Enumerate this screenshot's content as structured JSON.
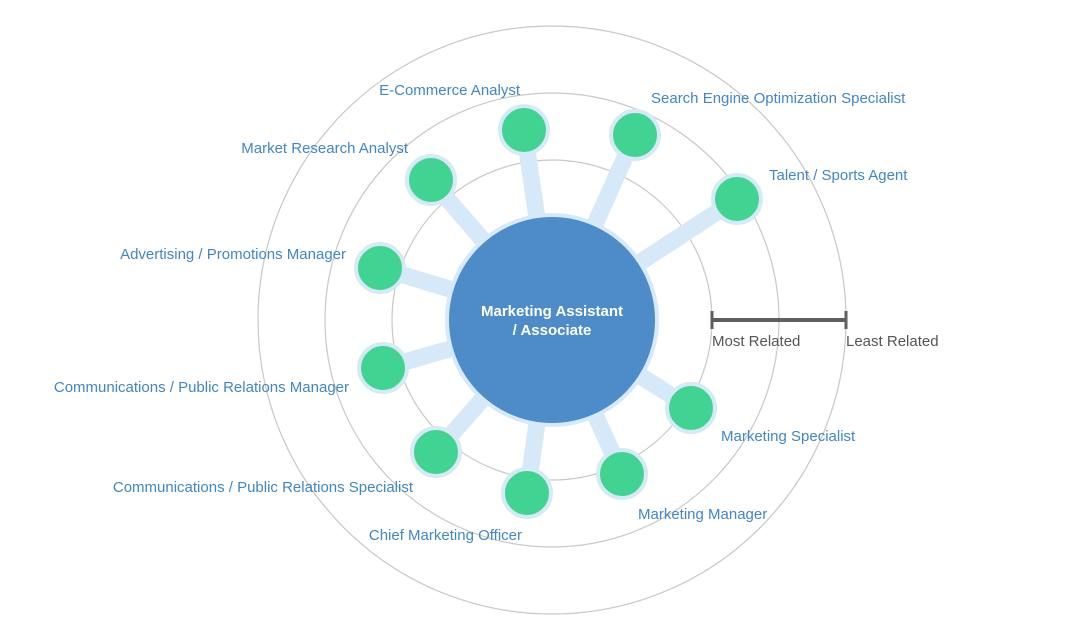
{
  "center": {
    "label_lines": [
      "Marketing Assistant",
      "/ Associate"
    ],
    "color": "#4d8cc8"
  },
  "colors": {
    "node": "#41d392",
    "spoke": "#d6e9f8",
    "label": "#3f87c5",
    "ring": "#c8c8c8",
    "legend": "#5f5f5f"
  },
  "legend": {
    "most_label": "Most Related",
    "least_label": "Least Related"
  },
  "related_careers": [
    {
      "name": "E-Commerce Analyst"
    },
    {
      "name": "Search Engine Optimization Specialist"
    },
    {
      "name": "Talent / Sports Agent"
    },
    {
      "name": "Marketing Specialist"
    },
    {
      "name": "Marketing Manager"
    },
    {
      "name": "Chief Marketing Officer"
    },
    {
      "name": "Communications / Public Relations Specialist"
    },
    {
      "name": "Communications / Public Relations Manager"
    },
    {
      "name": "Advertising / Promotions Manager"
    },
    {
      "name": "Market Research Analyst"
    }
  ]
}
